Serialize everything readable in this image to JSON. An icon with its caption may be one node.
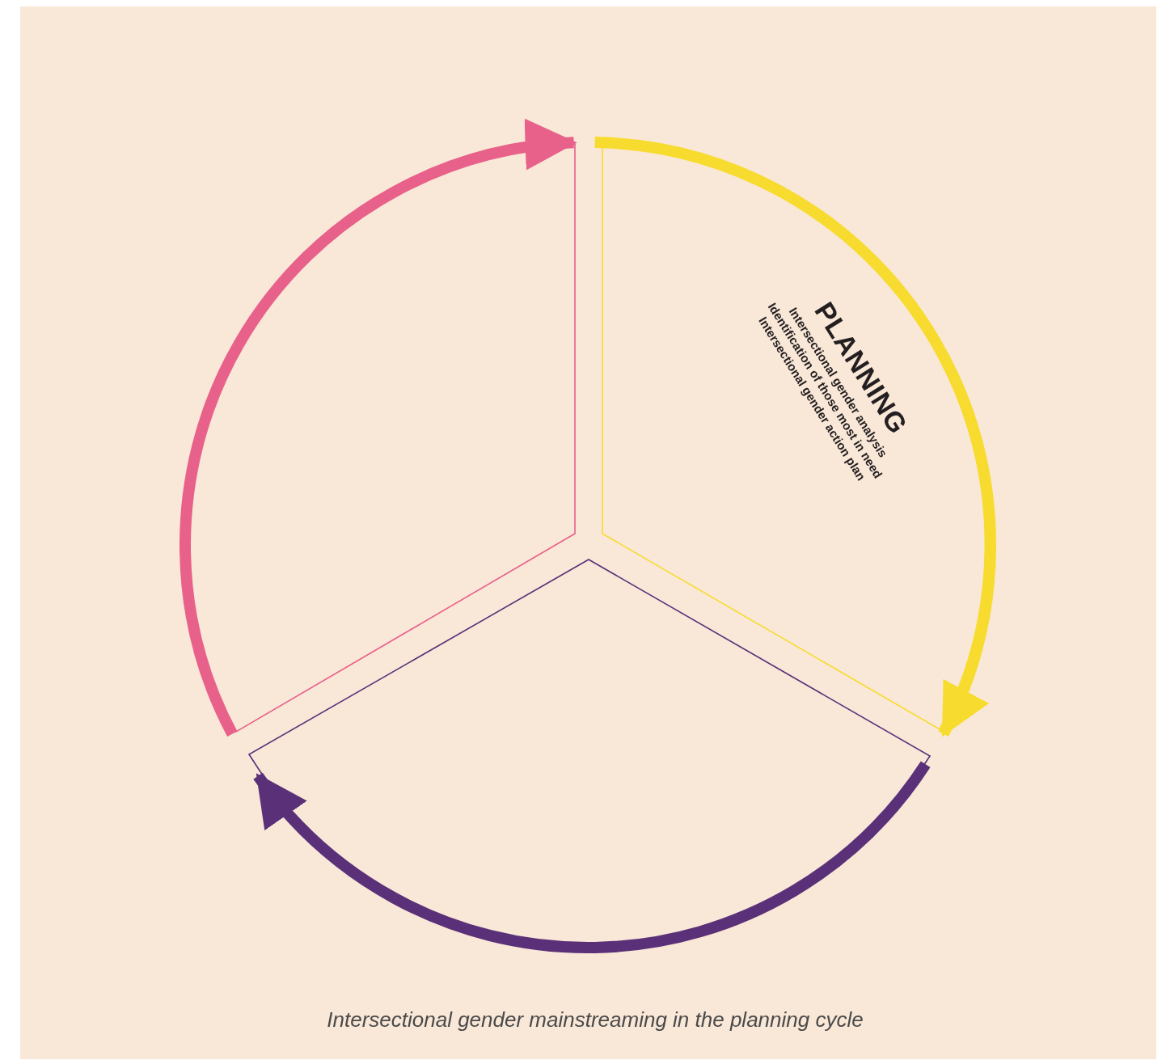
{
  "diagram": {
    "caption": "Intersectional gender mainstreaming in the planning cycle",
    "nodes": [
      {
        "text": [
          "PLANNING",
          "Intersectional gender analysis",
          "Identification of those most in need",
          "Intersectional gender action plan"
        ]
      },
      {
        "text": [],
        "shape": "sector"
      },
      {
        "text": [],
        "shape": "sector"
      }
    ],
    "edges": [
      {
        "from": 0,
        "to": 1,
        "arrow": "to",
        "color": "#f7dc2f"
      },
      {
        "from": 1,
        "to": 2,
        "arrow": "to",
        "color": "#5a3179"
      },
      {
        "from": 2,
        "to": 0,
        "arrow": "to",
        "color": "#e8618a"
      }
    ]
  }
}
